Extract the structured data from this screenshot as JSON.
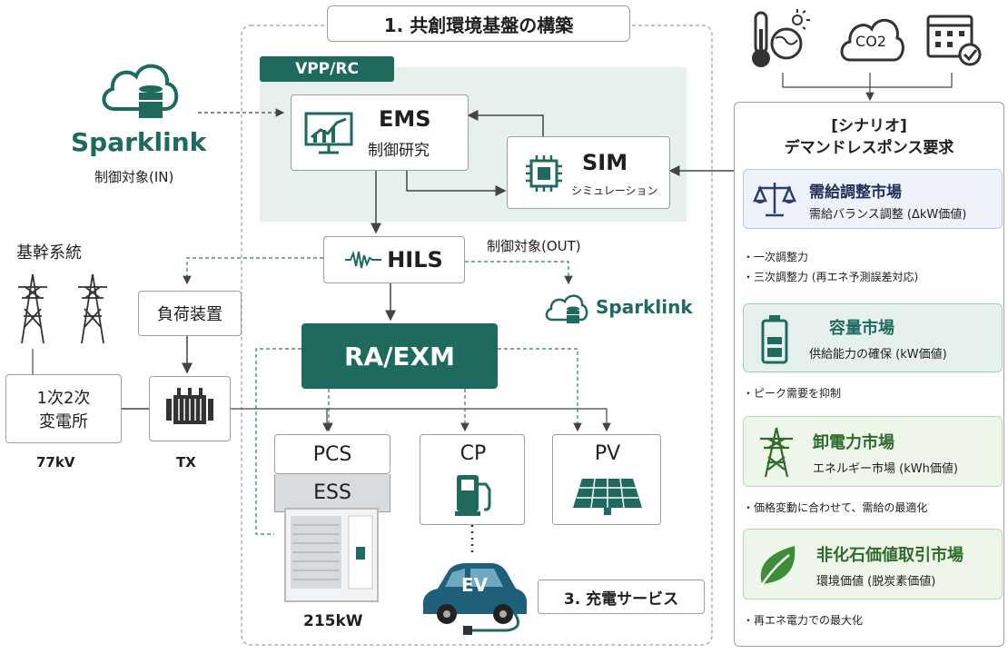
{
  "section1": {
    "title": "1. 共創環境基盤の構築",
    "vpp_label": "VPP/RC"
  },
  "ems": {
    "title": "EMS",
    "subtitle": "制御研究"
  },
  "sim": {
    "title": "SIM",
    "subtitle": "シミュレーション"
  },
  "hils": {
    "title": "HILS",
    "out_label": "制御対象(OUT)"
  },
  "raexm": {
    "title": "RA/EXM"
  },
  "sparklink_in": {
    "name": "Sparklink",
    "label": "制御対象(IN)"
  },
  "sparklink_out": {
    "name": "Sparklink"
  },
  "grid": {
    "trunk_label": "基幹系統",
    "substation_line1": "1次2次",
    "substation_line2": "変電所",
    "voltage": "77kV",
    "load_device": "負荷装置",
    "tx_label": "TX"
  },
  "devices": {
    "pcs": "PCS",
    "ess": "ESS",
    "ess_power": "215kW",
    "cp": "CP",
    "pv": "PV",
    "ev": "EV"
  },
  "section3": {
    "title": "3. 充電サービス"
  },
  "scenario": {
    "title_line1": "[シナリオ]",
    "title_line2": "デマンドレスポンス要求",
    "icons": [
      "thermometer-icon",
      "co2-cloud-icon",
      "calendar-check-icon"
    ],
    "co2_text": "CO2"
  },
  "markets": [
    {
      "title": "需給調整市場",
      "subtitle": "需給バランス調整 (ΔkW価値)",
      "bullets": [
        "・一次調整力",
        "・三次調整力 (再エネ予測誤差対応)"
      ]
    },
    {
      "title": "容量市場",
      "subtitle": "供給能力の確保 (kW価値)",
      "bullets": [
        "・ピーク需要を抑制"
      ]
    },
    {
      "title": "卸電力市場",
      "subtitle": "エネルギー市場 (kWh価値)",
      "bullets": [
        "・価格変動に合わせて、需給の最適化"
      ]
    },
    {
      "title": "非化石価値取引市場",
      "subtitle": "環境価値 (脱炭素価値)",
      "bullets": [
        "・再エネ電力での最大化"
      ]
    }
  ],
  "colors": {
    "teal": "#1e6a5f",
    "teal_light": "#e6f1ee",
    "market_blue": "#eef2fa",
    "market_green": "#eef6ea"
  }
}
